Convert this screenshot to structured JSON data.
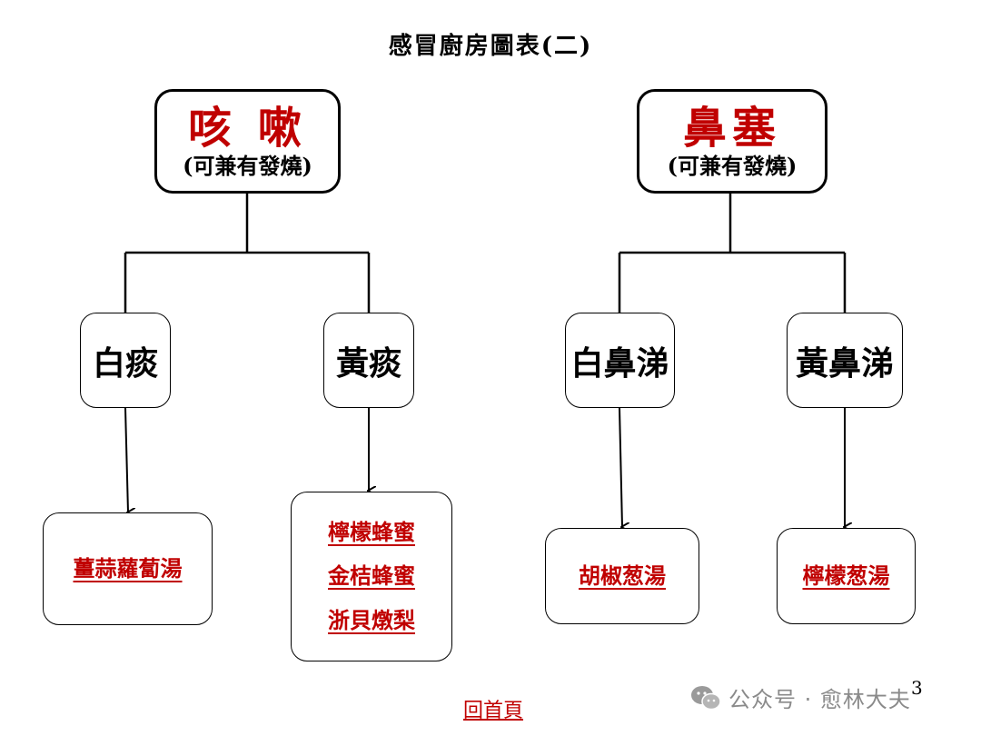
{
  "title": "感冒廚房圖表(二)",
  "cough": {
    "title": "咳 嗽",
    "note": "(可兼有發燒)",
    "branches": [
      {
        "label": "白痰",
        "remedies": [
          "薑蒜蘿蔔湯"
        ]
      },
      {
        "label": "黃痰",
        "remedies": [
          "檸檬蜂蜜",
          "金桔蜂蜜",
          "浙貝燉梨"
        ]
      }
    ]
  },
  "nose": {
    "title": "鼻塞",
    "note": "(可兼有發燒)",
    "branches": [
      {
        "label": "白鼻涕",
        "remedies": [
          "胡椒葱湯"
        ]
      },
      {
        "label": "黃鼻涕",
        "remedies": [
          "檸檬葱湯"
        ]
      }
    ]
  },
  "footer": {
    "home_link": "回首頁",
    "page_number": "3",
    "watermark": "公众号 · 愈林大夫"
  },
  "colors": {
    "accent": "#c00000",
    "line": "#000000",
    "watermark": "#8a8a8a"
  }
}
